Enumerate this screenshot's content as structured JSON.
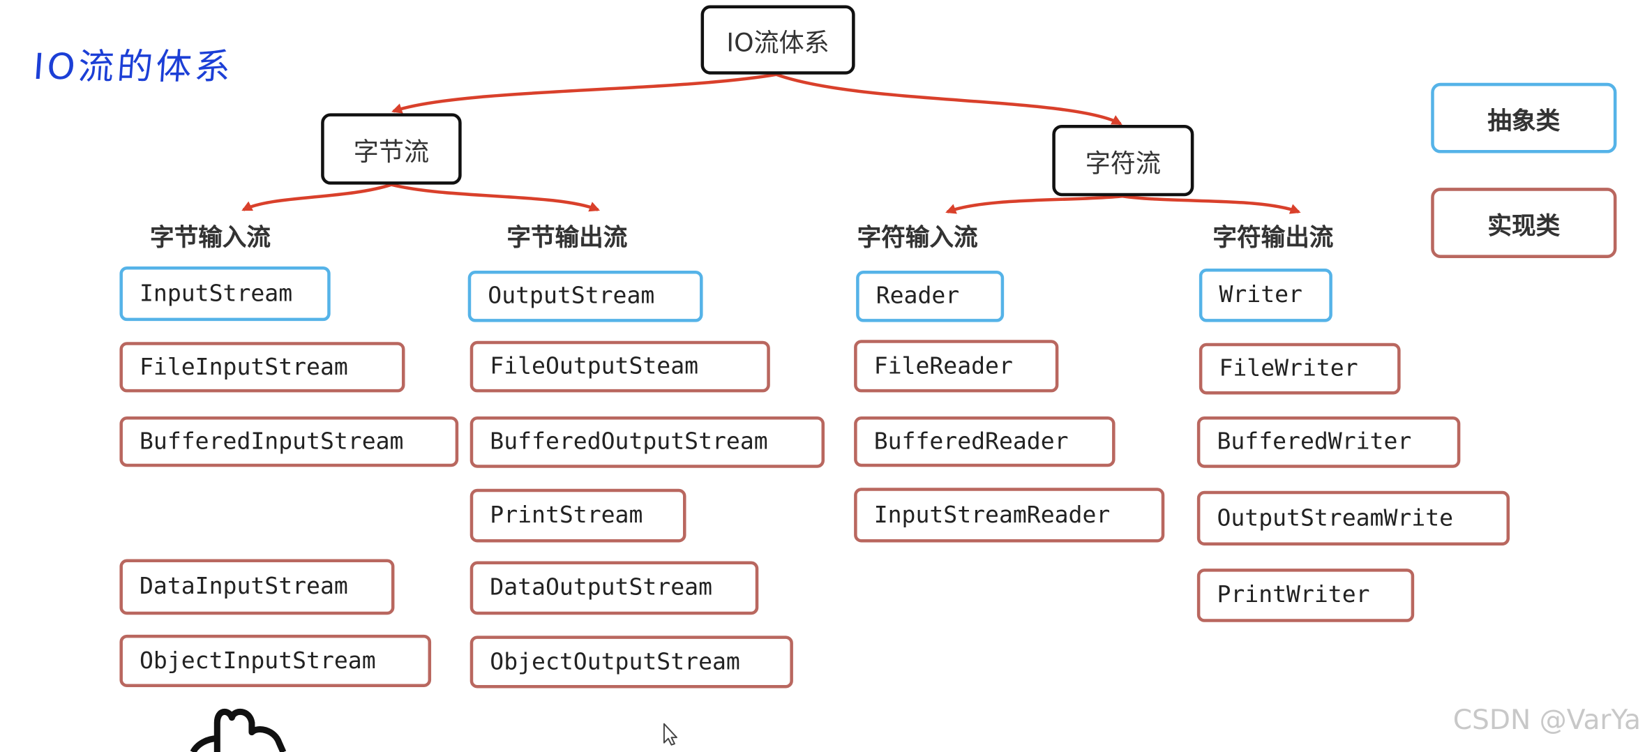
{
  "heading": "IO流的体系",
  "root": "IO流体系",
  "branches": [
    {
      "label": "字节流",
      "columns": [
        {
          "title": "字节输入流",
          "abstract": "InputStream",
          "impls": [
            "FileInputStream",
            "BufferedInputStream",
            "DataInputStream",
            "ObjectInputStream"
          ]
        },
        {
          "title": "字节输出流",
          "abstract": "OutputStream",
          "impls": [
            "FileOutputSteam",
            "BufferedOutputStream",
            "PrintStream",
            "DataOutputStream",
            "ObjectOutputStream"
          ]
        }
      ]
    },
    {
      "label": "字符流",
      "columns": [
        {
          "title": "字符输入流",
          "abstract": "Reader",
          "impls": [
            "FileReader",
            "BufferedReader",
            "InputStreamReader"
          ]
        },
        {
          "title": "字符输出流",
          "abstract": "Writer",
          "impls": [
            "FileWriter",
            "BufferedWriter",
            "OutputStreamWrite",
            "PrintWriter"
          ]
        }
      ]
    }
  ],
  "legend": {
    "abstract": "抽象类",
    "impl": "实现类"
  },
  "watermark": "CSDN @VarYa",
  "colors": {
    "abstract_border": "#55b3e8",
    "impl_border": "#b9675f",
    "arrow": "#d9402b",
    "heading": "#1c3fd6"
  },
  "icons": [
    "hand-pointer-icon",
    "mouse-cursor-icon"
  ]
}
